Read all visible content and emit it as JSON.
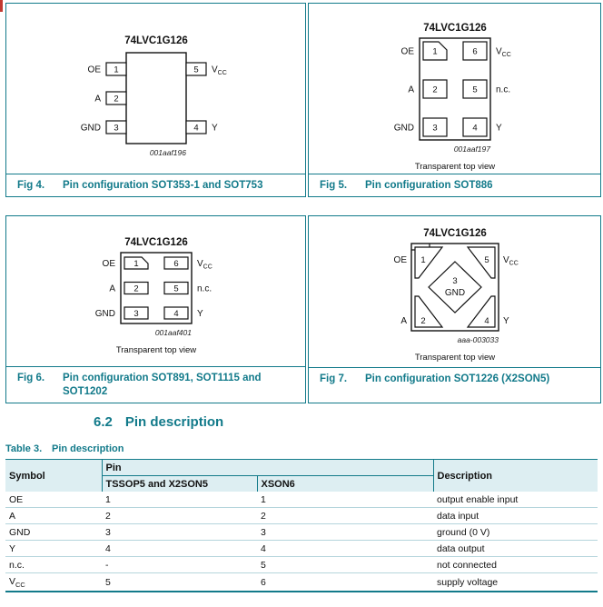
{
  "figures": [
    {
      "chip_title": "74LVC1G126",
      "left": [
        {
          "label": "OE",
          "num": "1"
        },
        {
          "label": "A",
          "num": "2"
        },
        {
          "label": "GND",
          "num": "3"
        }
      ],
      "right": [
        {
          "label": "V",
          "sub": "CC",
          "num": "5"
        },
        {
          "label": "Y",
          "num": "4"
        }
      ],
      "code": "001aaf196",
      "fig_label": "Fig 4.",
      "caption": "Pin configuration SOT353-1 and SOT753"
    },
    {
      "chip_title": "74LVC1G126",
      "left": [
        {
          "label": "OE",
          "num": "1"
        },
        {
          "label": "A",
          "num": "2"
        },
        {
          "label": "GND",
          "num": "3"
        }
      ],
      "right": [
        {
          "label": "V",
          "sub": "CC",
          "num": "6"
        },
        {
          "label": "n.c.",
          "num": "5"
        },
        {
          "label": "Y",
          "num": "4"
        }
      ],
      "code": "001aaf197",
      "view": "Transparent top view",
      "fig_label": "Fig 5.",
      "caption": "Pin configuration SOT886"
    },
    {
      "chip_title": "74LVC1G126",
      "left": [
        {
          "label": "OE",
          "num": "1"
        },
        {
          "label": "A",
          "num": "2"
        },
        {
          "label": "GND",
          "num": "3"
        }
      ],
      "right": [
        {
          "label": "V",
          "sub": "CC",
          "num": "6"
        },
        {
          "label": "n.c.",
          "num": "5"
        },
        {
          "label": "Y",
          "num": "4"
        }
      ],
      "code": "001aaf401",
      "view": "Transparent top view",
      "fig_label": "Fig 6.",
      "caption": "Pin configuration SOT891, SOT1115 and SOT1202"
    },
    {
      "chip_title": "74LVC1G126",
      "corners": [
        {
          "label": "OE",
          "num": "1"
        },
        {
          "label": "V",
          "sub": "CC",
          "num": "5"
        },
        {
          "label": "A",
          "num": "2"
        },
        {
          "label": "Y",
          "num": "4"
        }
      ],
      "center": {
        "num": "3",
        "label": "GND"
      },
      "code": "aaa-003033",
      "view": "Transparent top view",
      "fig_label": "Fig 7.",
      "caption": "Pin configuration SOT1226 (X2SON5)"
    }
  ],
  "section": {
    "number": "6.2",
    "title": "Pin description"
  },
  "table": {
    "caption_label": "Table 3.",
    "caption_text": "Pin description",
    "col_symbol": "Symbol",
    "col_pin": "Pin",
    "col_desc": "Description",
    "subcol_tssop": "TSSOP5 and X2SON5",
    "subcol_xson": "XSON6",
    "rows": [
      {
        "symbol": "OE",
        "tssop": "1",
        "xson": "1",
        "desc": "output enable input"
      },
      {
        "symbol": "A",
        "tssop": "2",
        "xson": "2",
        "desc": "data input"
      },
      {
        "symbol": "GND",
        "tssop": "3",
        "xson": "3",
        "desc": "ground (0 V)"
      },
      {
        "symbol": "Y",
        "tssop": "4",
        "xson": "4",
        "desc": "data output"
      },
      {
        "symbol": "n.c.",
        "tssop": "-",
        "xson": "5",
        "desc": "not connected"
      },
      {
        "symbol": "V",
        "symbol_sub": "CC",
        "tssop": "5",
        "xson": "6",
        "desc": "supply voltage"
      }
    ]
  },
  "colors": {
    "accent_teal": "#127a8a",
    "table_header_bg": "#ddeef2",
    "artifact_red": "#c23a32"
  }
}
